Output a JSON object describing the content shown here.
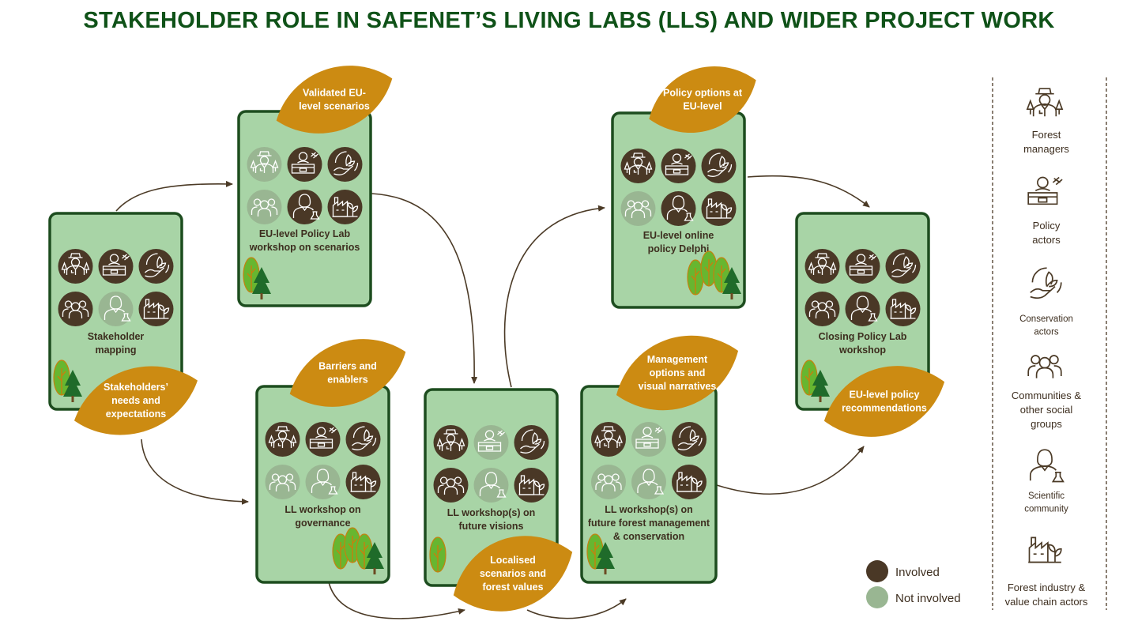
{
  "title": "STAKEHOLDER ROLE IN SAFENET’S LIVING LABS (LLS) AND WIDER PROJECT WORK",
  "colors": {
    "involved": "#4a3826",
    "not_involved": "#99b692",
    "card_fill": "#a8d4a6",
    "card_border": "#1d4d1f",
    "leaf": "#cc8b12",
    "arrow": "#4b3a26",
    "title": "#0f5218"
  },
  "stakeholder_types": [
    "forest-managers",
    "policy-actors",
    "conservation-actors",
    "communities",
    "scientific-community",
    "forest-industry"
  ],
  "cards": [
    {
      "id": "stakeholder-mapping",
      "label": [
        "Stakeholder",
        "mapping"
      ],
      "involvement": [
        true,
        true,
        true,
        true,
        false,
        true
      ],
      "output_leaf": [
        "Stakeholders’",
        "needs and",
        "expectations"
      ]
    },
    {
      "id": "eu-policy-lab-scenarios",
      "label": [
        "EU-level Policy Lab",
        "workshop on scenarios"
      ],
      "involvement": [
        false,
        true,
        true,
        false,
        true,
        true
      ],
      "output_leaf": [
        "Validated EU-",
        "level scenarios"
      ]
    },
    {
      "id": "ll-governance",
      "label": [
        "LL workshop on",
        "governance"
      ],
      "involvement": [
        true,
        true,
        true,
        false,
        false,
        true
      ],
      "output_leaf": [
        "Barriers and",
        "enablers"
      ]
    },
    {
      "id": "ll-future-visions",
      "label": [
        "LL workshop(s) on",
        "future visions"
      ],
      "involvement": [
        true,
        false,
        true,
        true,
        false,
        true
      ],
      "output_leaf": [
        "Localised",
        "scenarios and",
        "forest values"
      ]
    },
    {
      "id": "eu-online-delphi",
      "label": [
        "EU-level online",
        "policy Delphi"
      ],
      "involvement": [
        true,
        true,
        true,
        false,
        true,
        true
      ],
      "output_leaf": [
        "Policy options at",
        "EU-level"
      ]
    },
    {
      "id": "ll-forest-management",
      "label": [
        "LL workshop(s) on",
        "future forest management",
        "& conservation"
      ],
      "involvement": [
        true,
        false,
        true,
        false,
        false,
        true
      ],
      "output_leaf": [
        "Management",
        "options and",
        "visual narratives"
      ]
    },
    {
      "id": "closing-policy-lab",
      "label": [
        "Closing Policy Lab",
        "workshop"
      ],
      "involvement": [
        true,
        true,
        true,
        true,
        true,
        true
      ],
      "output_leaf": [
        "EU-level policy",
        "recommendations"
      ]
    }
  ],
  "legend_status": {
    "involved": "Involved",
    "not_involved": "Not involved"
  },
  "legend_types": [
    {
      "icon": "forest-managers",
      "label": [
        "Forest",
        "managers"
      ]
    },
    {
      "icon": "policy-actors",
      "label": [
        "Policy",
        "actors"
      ]
    },
    {
      "icon": "conservation-actors",
      "label": [
        "Conservation",
        "actors"
      ]
    },
    {
      "icon": "communities",
      "label": [
        "Communities &",
        "other social",
        "groups"
      ]
    },
    {
      "icon": "scientific-community",
      "label": [
        "Scientific",
        "community"
      ]
    },
    {
      "icon": "forest-industry",
      "label": [
        "Forest industry &",
        "value chain actors"
      ]
    }
  ]
}
